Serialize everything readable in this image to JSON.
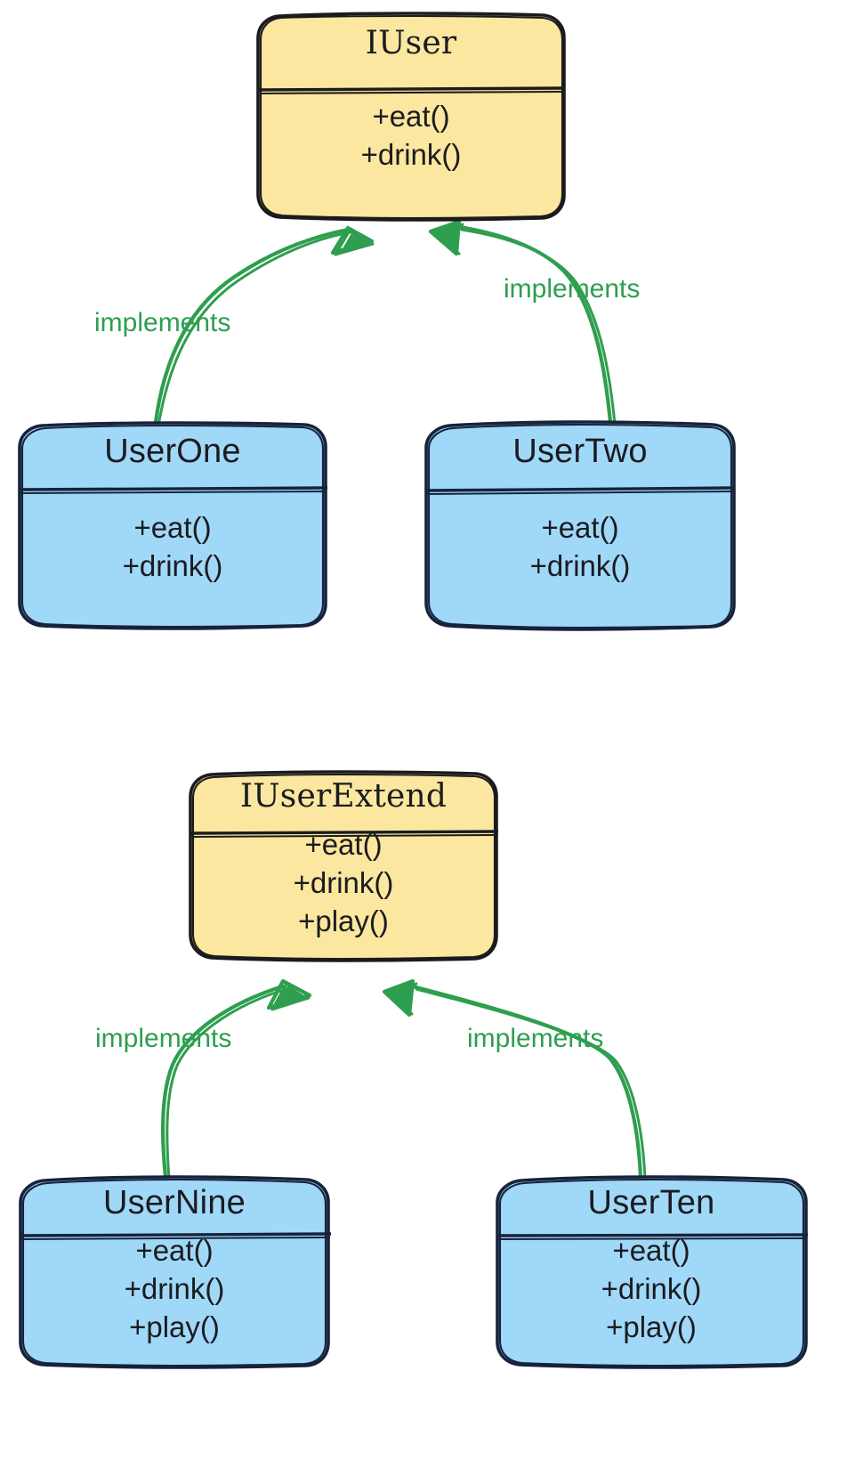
{
  "diagram": {
    "type": "uml-class-diagram",
    "style": "hand-drawn",
    "background": "#ffffff",
    "colors": {
      "interface_fill": "#FBE79F",
      "interface_stroke": "#1b1b1f",
      "class_fill": "#A0D8F8",
      "class_stroke": "#17223b",
      "edge": "#2e9e4f",
      "text": "#1b1b1f"
    },
    "groups": [
      {
        "name": "iuser-group",
        "interface": "IUser",
        "implementors": [
          "UserOne",
          "UserTwo"
        ]
      },
      {
        "name": "iuserextend-group",
        "interface": "IUserExtend",
        "implementors": [
          "UserNine",
          "UserTen"
        ]
      }
    ],
    "nodes": {
      "iuser": {
        "title": "IUser",
        "kind": "interface",
        "members": [
          "+eat()",
          "+drink()"
        ]
      },
      "userone": {
        "title": "UserOne",
        "kind": "class",
        "members": [
          "+eat()",
          "+drink()"
        ]
      },
      "usertwo": {
        "title": "UserTwo",
        "kind": "class",
        "members": [
          "+eat()",
          "+drink()"
        ]
      },
      "iuserextend": {
        "title": "IUserExtend",
        "kind": "interface",
        "members": [
          "+eat()",
          "+drink()",
          "+play()"
        ]
      },
      "usernine": {
        "title": "UserNine",
        "kind": "class",
        "members": [
          "+eat()",
          "+drink()",
          "+play()"
        ]
      },
      "userten": {
        "title": "UserTen",
        "kind": "class",
        "members": [
          "+eat()",
          "+drink()",
          "+play()"
        ]
      }
    },
    "edges": [
      {
        "id": "e1",
        "from": "UserOne",
        "to": "IUser",
        "label": "implements",
        "arrow": "hollow-triangle"
      },
      {
        "id": "e2",
        "from": "UserTwo",
        "to": "IUser",
        "label": "implements",
        "arrow": "hollow-triangle"
      },
      {
        "id": "e3",
        "from": "UserNine",
        "to": "IUserExtend",
        "label": "implements",
        "arrow": "hollow-triangle"
      },
      {
        "id": "e4",
        "from": "UserTen",
        "to": "IUserExtend",
        "label": "implements",
        "arrow": "hollow-triangle"
      }
    ]
  }
}
